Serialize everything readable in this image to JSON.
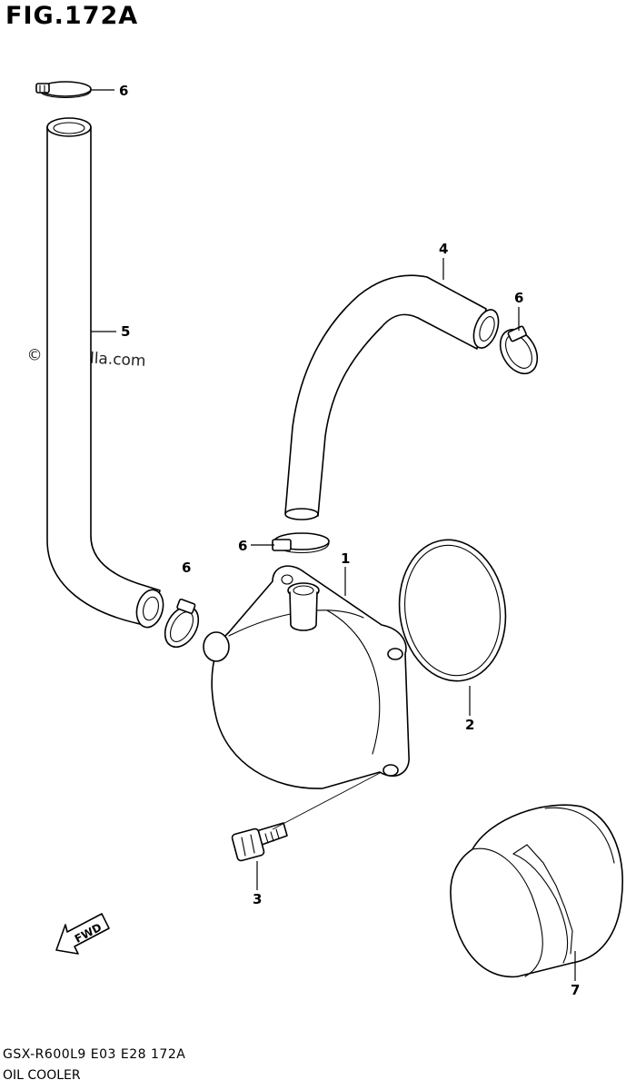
{
  "figure_title": "FIG.172A",
  "watermark": "© Partzilla.com",
  "model_code": "GSX-R600L9  E03  E28  172A",
  "section_name": "OIL COOLER",
  "fwd_label": "FWD",
  "callouts": {
    "c1": "1",
    "c2": "2",
    "c3": "3",
    "c4": "4",
    "c5": "5",
    "c6a": "6",
    "c6b": "6",
    "c6c": "6",
    "c6d": "6",
    "c7": "7"
  }
}
